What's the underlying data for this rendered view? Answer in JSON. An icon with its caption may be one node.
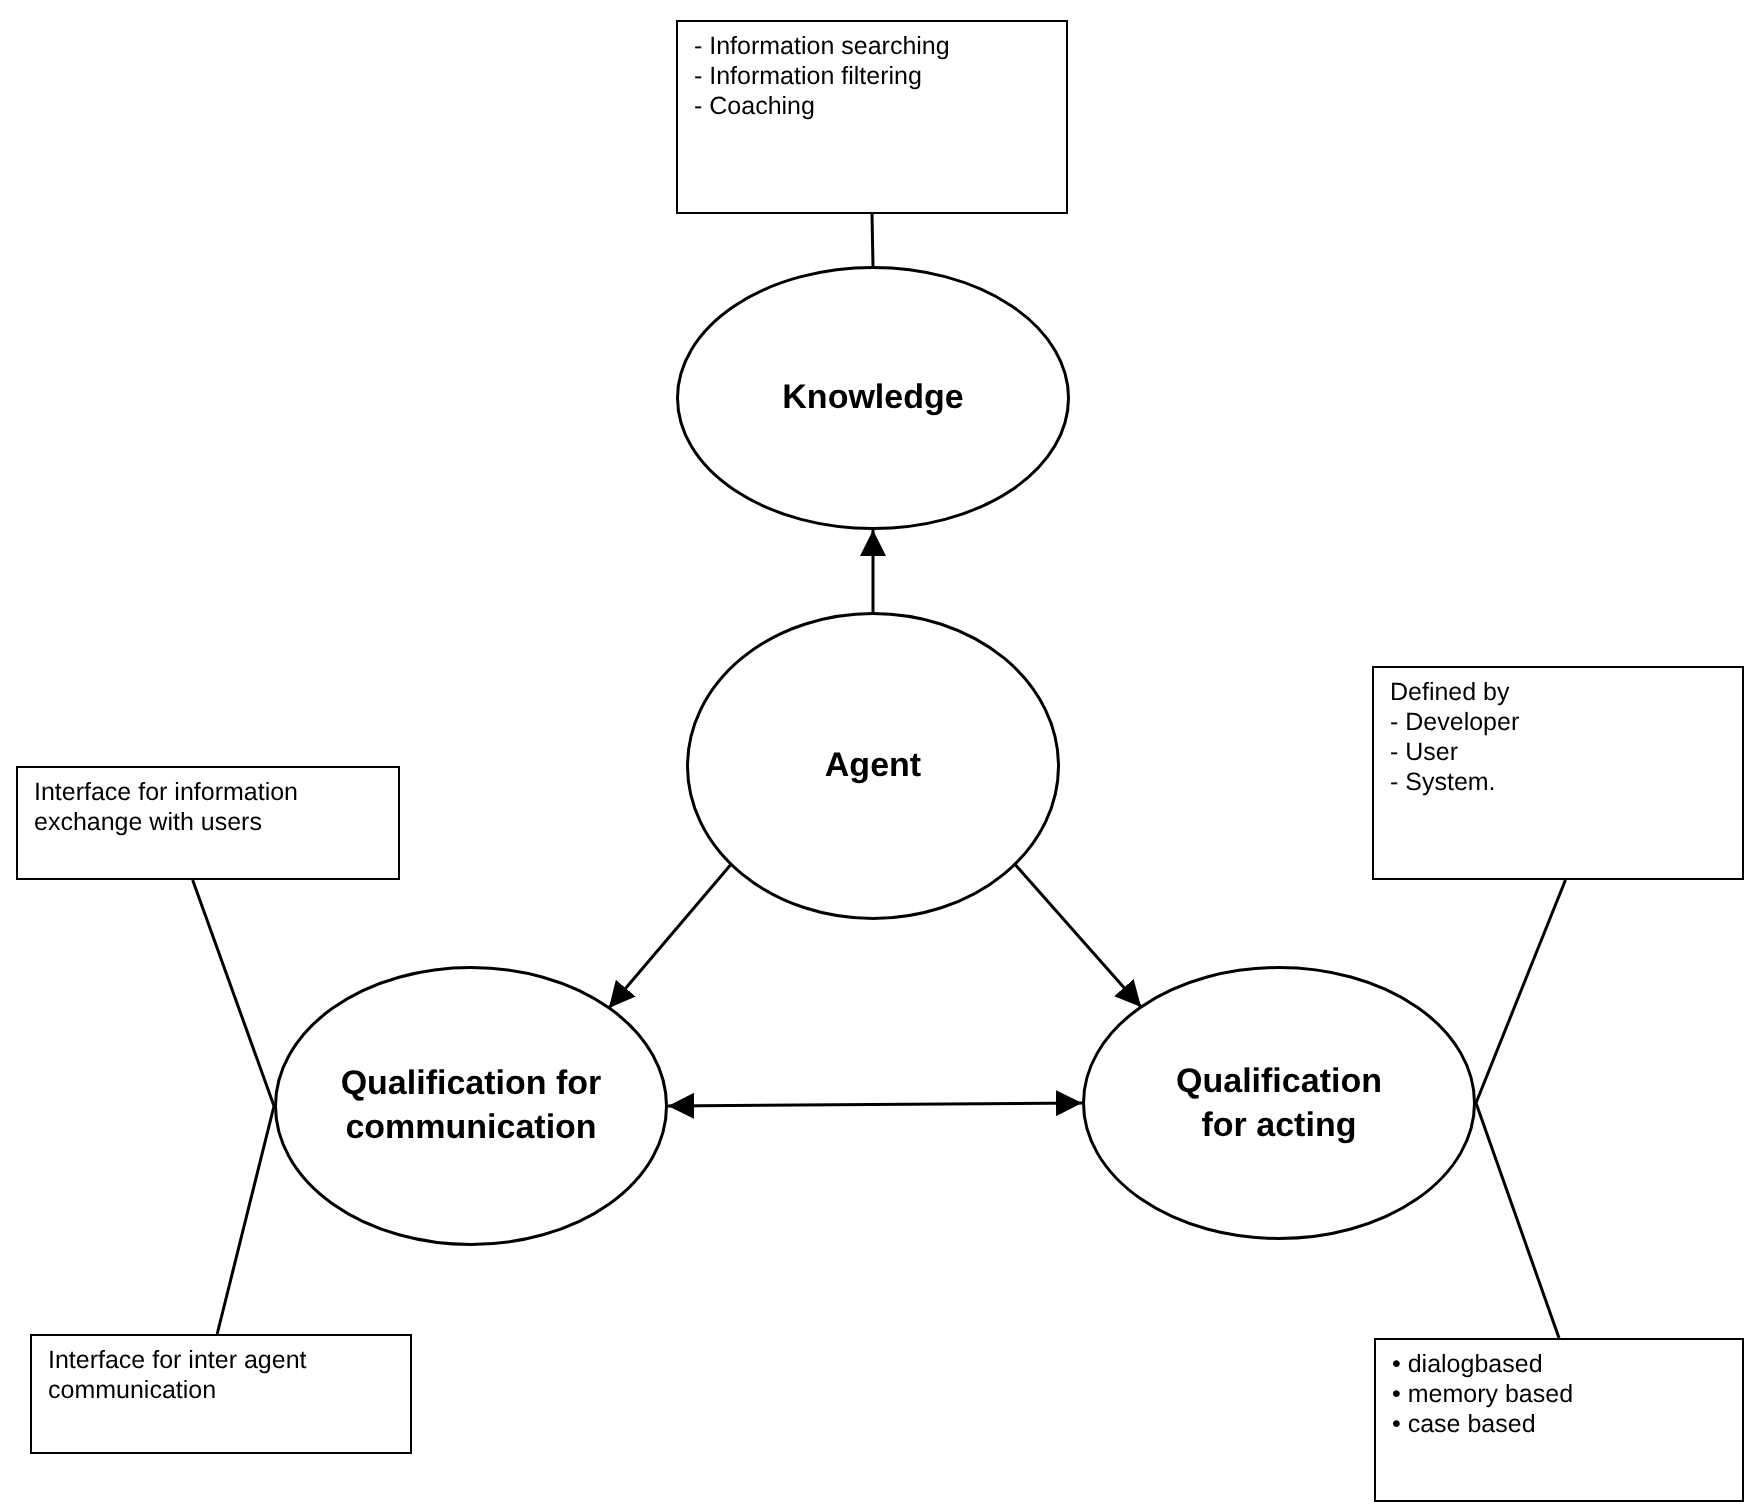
{
  "diagram": {
    "nodes": [
      {
        "text": [
          "- Information searching",
          "- Information filtering",
          "- Coaching"
        ]
      },
      {
        "text": [
          "Knowledge"
        ]
      },
      {
        "text": [
          "Agent"
        ]
      },
      {
        "text": [
          "Interface for information exchange with users"
        ]
      },
      {
        "text": [
          "Qualification for communication"
        ]
      },
      {
        "text": [
          "Defined by",
          "- Developer",
          "- User",
          "- System."
        ]
      },
      {
        "text": [
          "Qualification for acting"
        ]
      },
      {
        "text": [
          "Interface for inter agent communication"
        ]
      },
      {
        "text": [
          "• dialogbased",
          "• memory based",
          "• case based"
        ]
      }
    ],
    "edges": [
      {
        "from": 0,
        "to": 1,
        "arrow": "none"
      },
      {
        "from": 2,
        "to": 1,
        "arrow": "to"
      },
      {
        "from": 2,
        "to": 4,
        "arrow": "to"
      },
      {
        "from": 2,
        "to": 6,
        "arrow": "to"
      },
      {
        "from": 4,
        "to": 6,
        "arrow": "both"
      },
      {
        "from": 3,
        "to": 4,
        "arrow": "none"
      },
      {
        "from": 7,
        "to": 4,
        "arrow": "none"
      },
      {
        "from": 5,
        "to": 6,
        "arrow": "none"
      },
      {
        "from": 8,
        "to": 6,
        "arrow": "none"
      }
    ]
  }
}
